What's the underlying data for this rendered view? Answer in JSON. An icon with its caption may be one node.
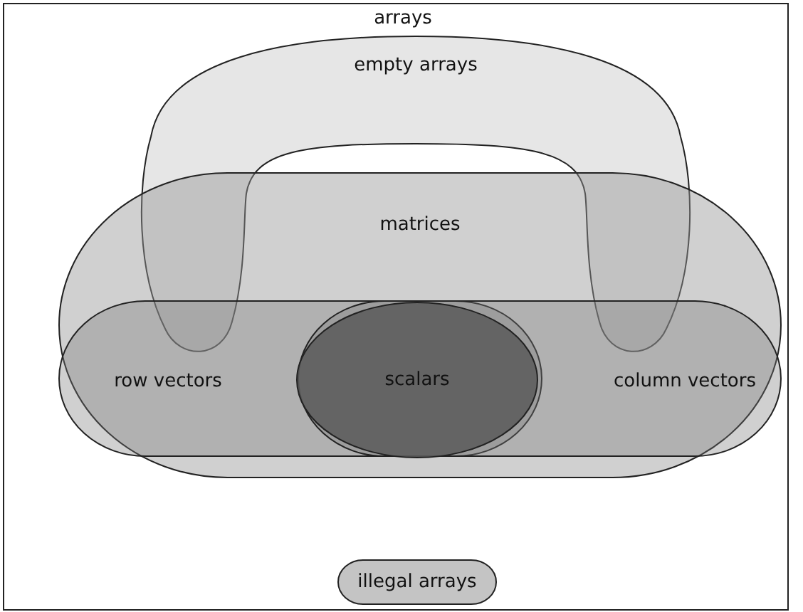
{
  "diagram": {
    "nodes": [
      {
        "text": [
          "arrays"
        ]
      },
      {
        "text": [
          "empty arrays"
        ],
        "in": 0
      },
      {
        "text": [
          "matrices"
        ],
        "in": 0
      },
      {
        "text": [
          "row vectors"
        ],
        "in": 2
      },
      {
        "text": [
          "scalars"
        ]
      },
      {
        "text": [
          "column vectors"
        ],
        "in": 2
      },
      {
        "text": [
          "illegal arrays"
        ],
        "in": 0
      }
    ],
    "edges": []
  }
}
